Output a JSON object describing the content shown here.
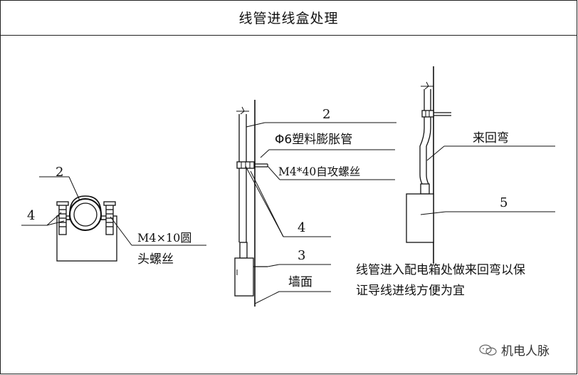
{
  "title": "线管进线盒处理",
  "labels": {
    "left_2": "2",
    "left_4": "4",
    "left_screw_line1": "M4×10圆",
    "left_screw_line2": "头螺丝",
    "mid_2": "2",
    "mid_anchor": "Φ6塑料膨胀管",
    "mid_screw": "M4*40自攻螺丝",
    "mid_4": "4",
    "mid_3": "3",
    "mid_wall": "墙面",
    "right_bend": "来回弯",
    "right_5": "5",
    "right_note_line1": "线管进入配电箱处做来回弯以保",
    "right_note_line2": "证导线进线方便为宜"
  },
  "watermark": {
    "text": "机电人脉",
    "icon": "wechat-icon"
  }
}
